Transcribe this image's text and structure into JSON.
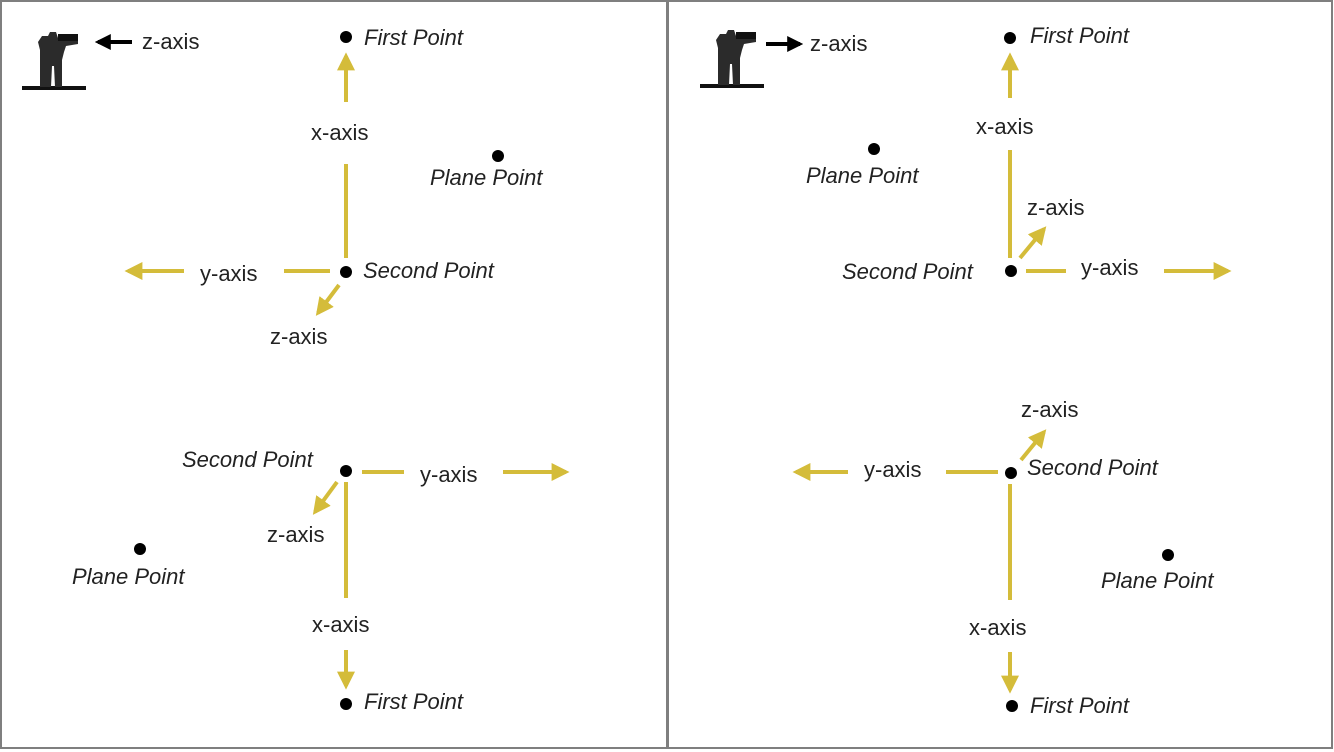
{
  "colors": {
    "axis_arrow": "#d4bc3a",
    "pointer_arrow": "#000000",
    "frame": "#7f7f7f",
    "point": "#000000",
    "text": "#222222"
  },
  "icons": {
    "viewer": "observer-with-binoculars-icon"
  },
  "left_panel": {
    "viewer_label": "z-axis",
    "upper": {
      "first_point": "First Point",
      "plane_point": "Plane Point",
      "second_point": "Second Point",
      "x_axis": "x-axis",
      "y_axis": "y-axis",
      "z_axis": "z-axis"
    },
    "lower": {
      "first_point": "First Point",
      "plane_point": "Plane Point",
      "second_point": "Second Point",
      "x_axis": "x-axis",
      "y_axis": "y-axis",
      "z_axis": "z-axis"
    }
  },
  "right_panel": {
    "viewer_label": "z-axis",
    "upper": {
      "first_point": "First Point",
      "plane_point": "Plane Point",
      "second_point": "Second Point",
      "x_axis": "x-axis",
      "y_axis": "y-axis",
      "z_axis": "z-axis"
    },
    "lower": {
      "first_point": "First Point",
      "plane_point": "Plane Point",
      "second_point": "Second Point",
      "x_axis": "x-axis",
      "y_axis": "y-axis",
      "z_axis": "z-axis"
    }
  }
}
